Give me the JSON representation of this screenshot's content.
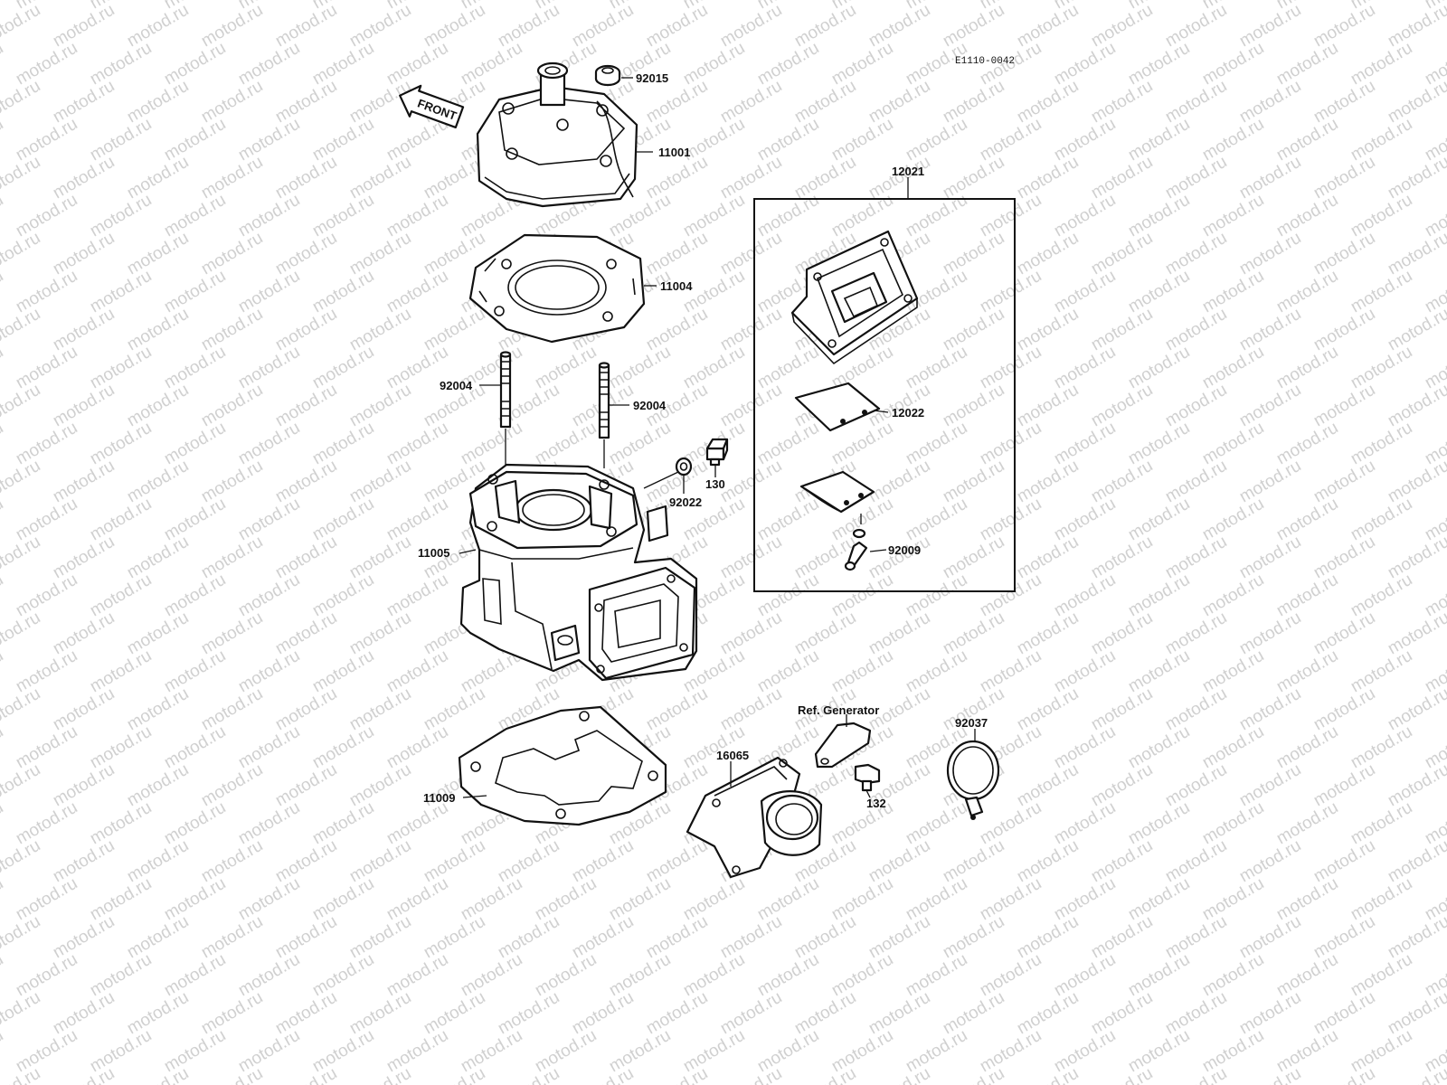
{
  "diagram_code": "E1110-0042",
  "watermark_text": "motod.ru",
  "front_arrow_text": "FRONT",
  "parts": {
    "cylinder_head_nut": "92015",
    "cylinder_head": "11001",
    "head_gasket": "11004",
    "stud_left": "92004",
    "stud_right": "92004",
    "cylinder": "11005",
    "washer": "92022",
    "bleed_bolt": "130",
    "reed_valve_assy": "12021",
    "reed_petal": "12022",
    "reed_screw": "92009",
    "base_gasket": "11009",
    "intake_manifold": "16065",
    "ref_generator": "Ref. Generator",
    "manifold_bolt": "132",
    "hose_clamp": "92037"
  },
  "colors": {
    "ink": "#111111",
    "watermark": "#d0d0d0",
    "background": "#ffffff"
  }
}
